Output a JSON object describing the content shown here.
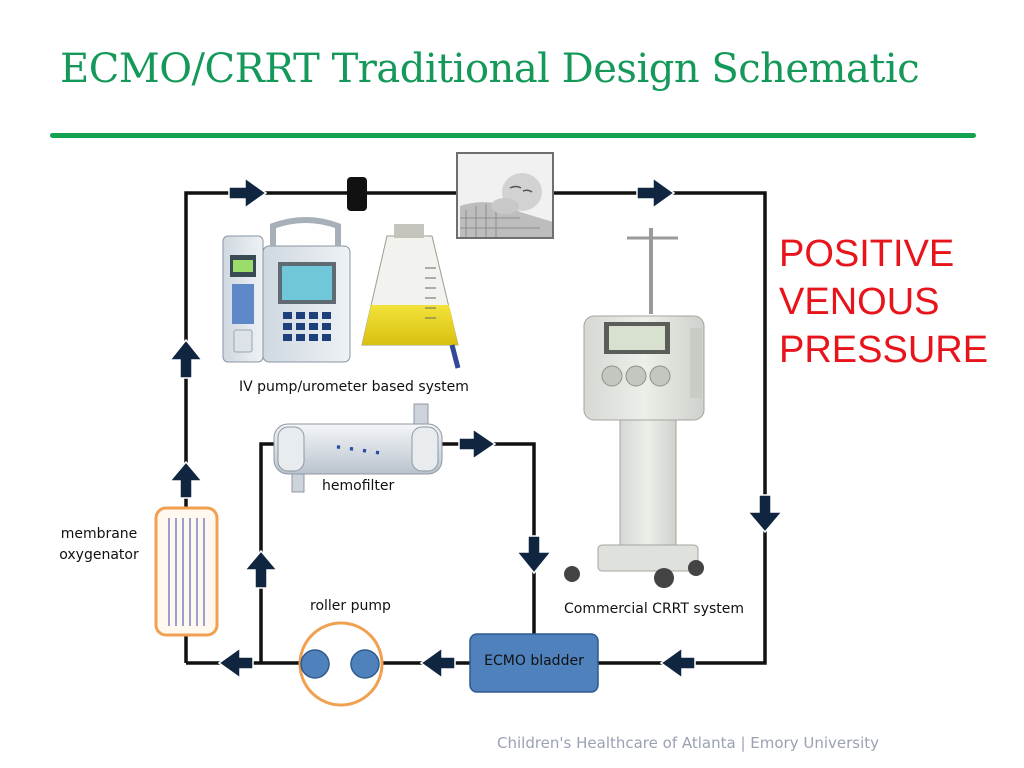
{
  "title": "ECMO/CRRT Traditional Design Schematic",
  "labels": {
    "iv_pump": "IV pump/urometer based system",
    "hemofilter": "hemofilter",
    "membrane_oxygenator": "membrane oxygenator",
    "roller_pump": "roller pump",
    "commercial_crrt": "Commercial CRRT system",
    "ecmo_bladder": "ECMO bladder"
  },
  "annotation": {
    "lines": [
      "POSITIVE",
      "VENOUS",
      "PRESSURE"
    ],
    "color": "#e8141b"
  },
  "footer": "Children's Healthcare of Atlanta | Emory University",
  "colors": {
    "title": "#14995a",
    "rule": "#14a150",
    "arrow": "#0f2540",
    "oxygenator_border": "#f0a050",
    "bladder_fill": "#4f81bd"
  }
}
